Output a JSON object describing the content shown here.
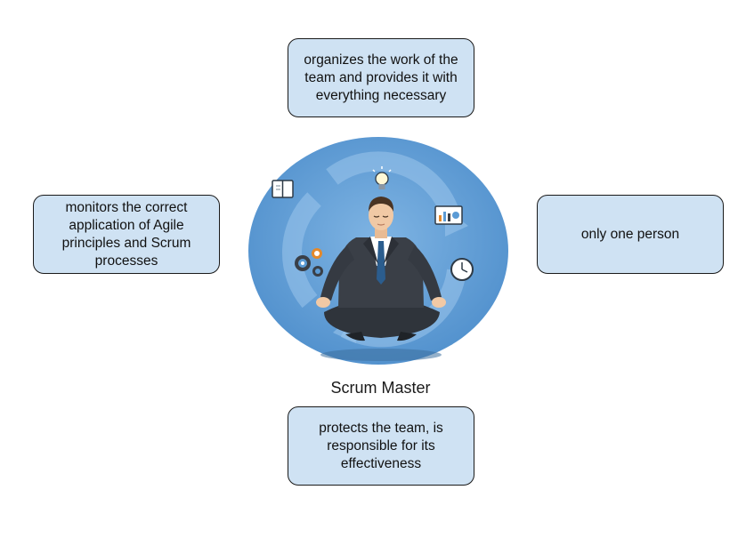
{
  "diagram": {
    "center_label": "Scrum Master",
    "boxes": {
      "top": "organizes the work of the team and provides it with everything necessary",
      "left": "monitors the correct application of Agile principles and Scrum processes",
      "right": "only one person",
      "bottom": "protects the team, is responsible for its effectiveness"
    },
    "illustration": {
      "subject": "businessman-meditating",
      "icons": [
        "notebook-icon",
        "lightbulb-icon",
        "chart-board-icon",
        "gears-icon",
        "clock-icon"
      ]
    }
  },
  "colors": {
    "box_fill": "#cfe2f3",
    "box_border": "#1a1a1a",
    "circle_blue": "#5b9bd5",
    "suit": "#3a3f47"
  }
}
